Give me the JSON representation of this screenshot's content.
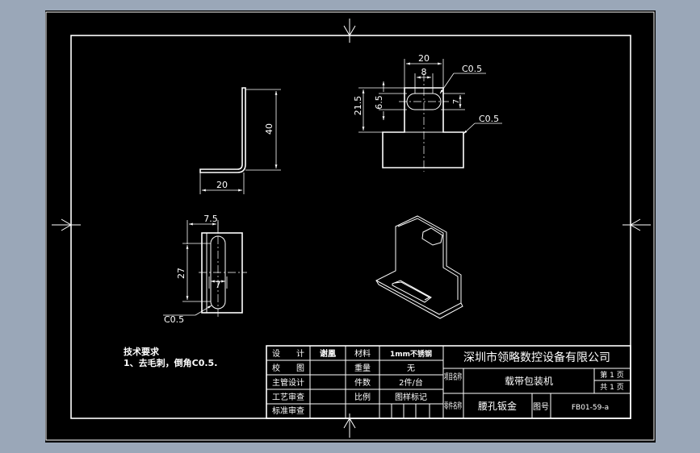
{
  "colors": {
    "app_background": "#9aa7b8",
    "paper": "#000000",
    "lines": "#ffffff"
  },
  "dimensions": {
    "front_width": "20",
    "front_height": "40",
    "top_width": "20",
    "slot_length": "8",
    "slot_chamfer": "C0.5",
    "slot_width": "6.5",
    "slot_depth": "21.5",
    "slot_offset": "7",
    "corner_chamfer": "C0.5",
    "side_width": "7.5",
    "side_height": "27",
    "side_slot": "7",
    "side_chamfer": "C0.5"
  },
  "notes": {
    "heading": "技术要求",
    "line1": "1、去毛刺，倒角C0.5."
  },
  "title_block": {
    "row_labels": [
      "设　　计",
      "校　　图",
      "主管设计",
      "工艺审查",
      "标准审查"
    ],
    "designer": "谢凰",
    "material_label": "材料",
    "material_value": "1mm不锈钢",
    "weight_label": "重量",
    "weight_value": "无",
    "qty_label": "件数",
    "qty_value": "2件/台",
    "scale_label": "比例",
    "mark_label": "图样标记",
    "company": "深圳市领略数控设备有限公司",
    "project_label": "项目名称",
    "project_name": "载带包装机",
    "part_label": "零件名称",
    "part_name": "腰孔钣金",
    "drawing_no_label": "图号",
    "drawing_no": "FB01-59-a",
    "sheet_label": "第 1 页",
    "total_label": "共 1 页"
  }
}
